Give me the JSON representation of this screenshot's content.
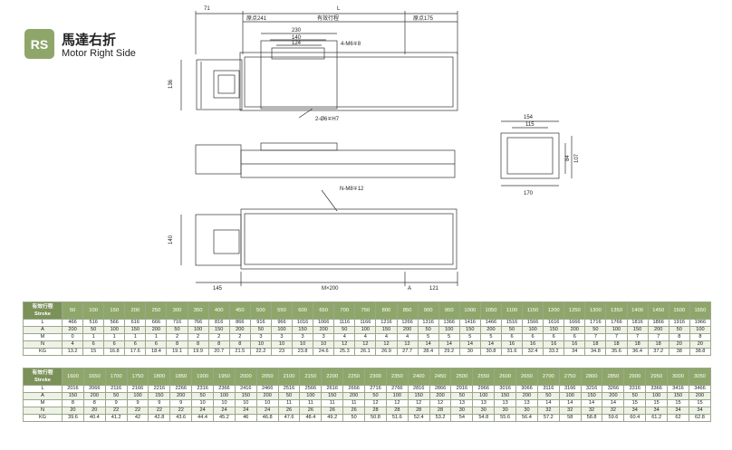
{
  "badge": "RS",
  "title_cn": "馬達右折",
  "title_en": "Motor Right Side",
  "dims": {
    "d71": "71",
    "L": "L",
    "origin241": "原点241",
    "effective_stroke": "有效行程",
    "origin175": "原点175",
    "d230": "230",
    "d140": "140",
    "d124": "124",
    "hole_top": "4-M6∓8",
    "d136": "136",
    "hole_bottom": "2-Ø6∓H7",
    "d154": "154",
    "d115": "115",
    "d107": "107",
    "d84": "84",
    "d170": "170",
    "hole_side": "N-M8∓12",
    "d140b": "140",
    "d145": "145",
    "Mx200": "M×200",
    "A": "A",
    "d121": "121"
  },
  "table1": {
    "header_cn": "有效行程",
    "header_en": "Stroke",
    "strokes": [
      "50",
      "100",
      "150",
      "200",
      "250",
      "300",
      "350",
      "400",
      "450",
      "500",
      "550",
      "600",
      "650",
      "700",
      "750",
      "800",
      "850",
      "900",
      "950",
      "1000",
      "1050",
      "1100",
      "1150",
      "1200",
      "1250",
      "1300",
      "1350",
      "1400",
      "1450",
      "1500",
      "1550"
    ],
    "rows": [
      {
        "label": "L",
        "values": [
          "466",
          "516",
          "566",
          "616",
          "666",
          "716",
          "766",
          "816",
          "866",
          "916",
          "966",
          "1016",
          "1066",
          "1116",
          "1166",
          "1216",
          "1266",
          "1316",
          "1366",
          "1416",
          "1466",
          "1516",
          "1566",
          "1616",
          "1666",
          "1716",
          "1766",
          "1816",
          "1866",
          "1916",
          "1966"
        ]
      },
      {
        "label": "A",
        "values": [
          "200",
          "50",
          "100",
          "150",
          "200",
          "50",
          "100",
          "150",
          "200",
          "50",
          "100",
          "150",
          "200",
          "50",
          "100",
          "150",
          "200",
          "50",
          "100",
          "150",
          "200",
          "50",
          "100",
          "150",
          "200",
          "50",
          "100",
          "150",
          "200",
          "50",
          "100"
        ]
      },
      {
        "label": "M",
        "values": [
          "0",
          "1",
          "1",
          "1",
          "1",
          "2",
          "2",
          "2",
          "2",
          "3",
          "3",
          "3",
          "3",
          "4",
          "4",
          "4",
          "4",
          "5",
          "5",
          "5",
          "5",
          "6",
          "6",
          "6",
          "6",
          "7",
          "7",
          "7",
          "7",
          "8",
          "8"
        ]
      },
      {
        "label": "N",
        "values": [
          "4",
          "6",
          "6",
          "6",
          "6",
          "8",
          "8",
          "8",
          "8",
          "10",
          "10",
          "10",
          "10",
          "12",
          "12",
          "12",
          "12",
          "14",
          "14",
          "14",
          "14",
          "16",
          "16",
          "16",
          "16",
          "18",
          "18",
          "18",
          "18",
          "20",
          "20"
        ]
      },
      {
        "label": "KG",
        "values": [
          "13.2",
          "15",
          "16.8",
          "17.6",
          "18.4",
          "19.1",
          "19.9",
          "20.7",
          "21.5",
          "22.2",
          "23",
          "23.8",
          "24.6",
          "25.3",
          "26.1",
          "26.9",
          "27.7",
          "28.4",
          "29.2",
          "30",
          "30.8",
          "31.6",
          "32.4",
          "33.2",
          "34",
          "34.8",
          "35.6",
          "36.4",
          "37.2",
          "38",
          "38.8"
        ]
      }
    ]
  },
  "table2": {
    "header_cn": "有效行程",
    "header_en": "Stroke",
    "strokes": [
      "1600",
      "1650",
      "1700",
      "1750",
      "1800",
      "1850",
      "1900",
      "1950",
      "2000",
      "2050",
      "2100",
      "2150",
      "2200",
      "2250",
      "2300",
      "2350",
      "2400",
      "2450",
      "2500",
      "2550",
      "2600",
      "2650",
      "2700",
      "2750",
      "2800",
      "2850",
      "2900",
      "2950",
      "3000",
      "3050"
    ],
    "rows": [
      {
        "label": "L",
        "values": [
          "2016",
          "2066",
          "2116",
          "2166",
          "2216",
          "2266",
          "2316",
          "2366",
          "2416",
          "2466",
          "2516",
          "2566",
          "2616",
          "2666",
          "2716",
          "2766",
          "2816",
          "2866",
          "2916",
          "2966",
          "3016",
          "3066",
          "3116",
          "3166",
          "3216",
          "3266",
          "3316",
          "3366",
          "3416",
          "3466"
        ]
      },
      {
        "label": "A",
        "values": [
          "150",
          "200",
          "50",
          "100",
          "150",
          "200",
          "50",
          "100",
          "150",
          "200",
          "50",
          "100",
          "150",
          "200",
          "50",
          "100",
          "150",
          "200",
          "50",
          "100",
          "150",
          "200",
          "50",
          "100",
          "150",
          "200",
          "50",
          "100",
          "150",
          "200"
        ]
      },
      {
        "label": "M",
        "values": [
          "8",
          "8",
          "9",
          "9",
          "9",
          "9",
          "10",
          "10",
          "10",
          "10",
          "11",
          "11",
          "11",
          "11",
          "12",
          "12",
          "12",
          "12",
          "13",
          "13",
          "13",
          "13",
          "14",
          "14",
          "14",
          "14",
          "15",
          "15",
          "15",
          "15"
        ]
      },
      {
        "label": "N",
        "values": [
          "20",
          "20",
          "22",
          "22",
          "22",
          "22",
          "24",
          "24",
          "24",
          "24",
          "26",
          "26",
          "26",
          "26",
          "28",
          "28",
          "28",
          "28",
          "30",
          "30",
          "30",
          "30",
          "32",
          "32",
          "32",
          "32",
          "34",
          "34",
          "34",
          "34"
        ]
      },
      {
        "label": "KG",
        "values": [
          "39.6",
          "40.4",
          "41.2",
          "42",
          "42.8",
          "43.6",
          "44.4",
          "45.2",
          "46",
          "46.8",
          "47.6",
          "48.4",
          "49.2",
          "50",
          "50.8",
          "51.6",
          "52.4",
          "53.2",
          "54",
          "54.8",
          "55.6",
          "56.4",
          "57.2",
          "58",
          "58.8",
          "59.6",
          "60.4",
          "61.2",
          "62",
          "62.8"
        ]
      }
    ]
  }
}
